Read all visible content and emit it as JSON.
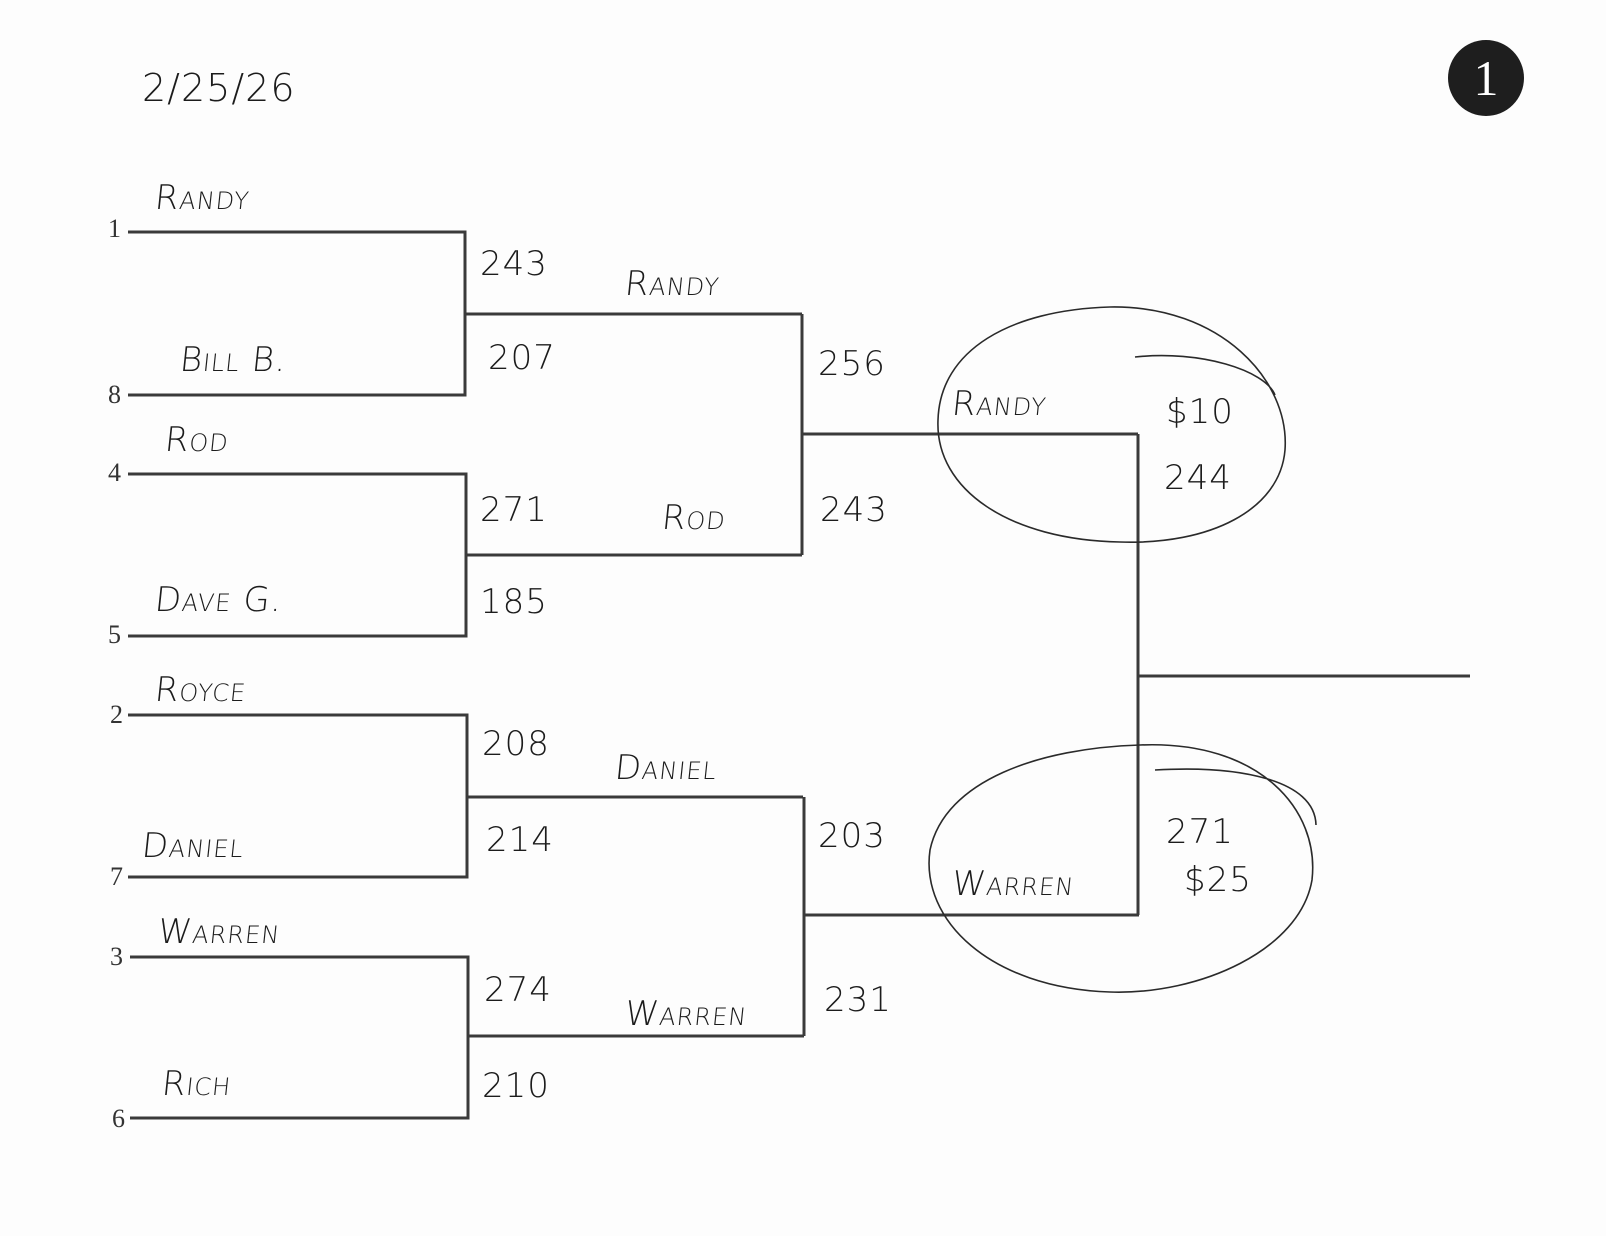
{
  "date": "2/25/26",
  "page_number": "1",
  "round1": [
    {
      "seed": "1",
      "name": "Randy",
      "score": "243"
    },
    {
      "seed": "8",
      "name": "Bill B.",
      "score": "207"
    },
    {
      "seed": "4",
      "name": "Rod",
      "score": "271"
    },
    {
      "seed": "5",
      "name": "Dave G.",
      "score": "185"
    },
    {
      "seed": "2",
      "name": "Royce",
      "score": "208"
    },
    {
      "seed": "7",
      "name": "Daniel",
      "score": "214"
    },
    {
      "seed": "3",
      "name": "Warren",
      "score": "274"
    },
    {
      "seed": "6",
      "name": "Rich",
      "score": "210"
    }
  ],
  "round2": [
    {
      "name": "Randy",
      "score": "256"
    },
    {
      "name": "Rod",
      "score": "243"
    },
    {
      "name": "Daniel",
      "score": "203"
    },
    {
      "name": "Warren",
      "score": "231"
    }
  ],
  "final": [
    {
      "name": "Randy",
      "score": "244",
      "prize": "$10"
    },
    {
      "name": "Warren",
      "score": "271",
      "prize": "$25"
    }
  ],
  "colors": {
    "ink": "#1c1c1c",
    "line": "#3a3a3a"
  }
}
